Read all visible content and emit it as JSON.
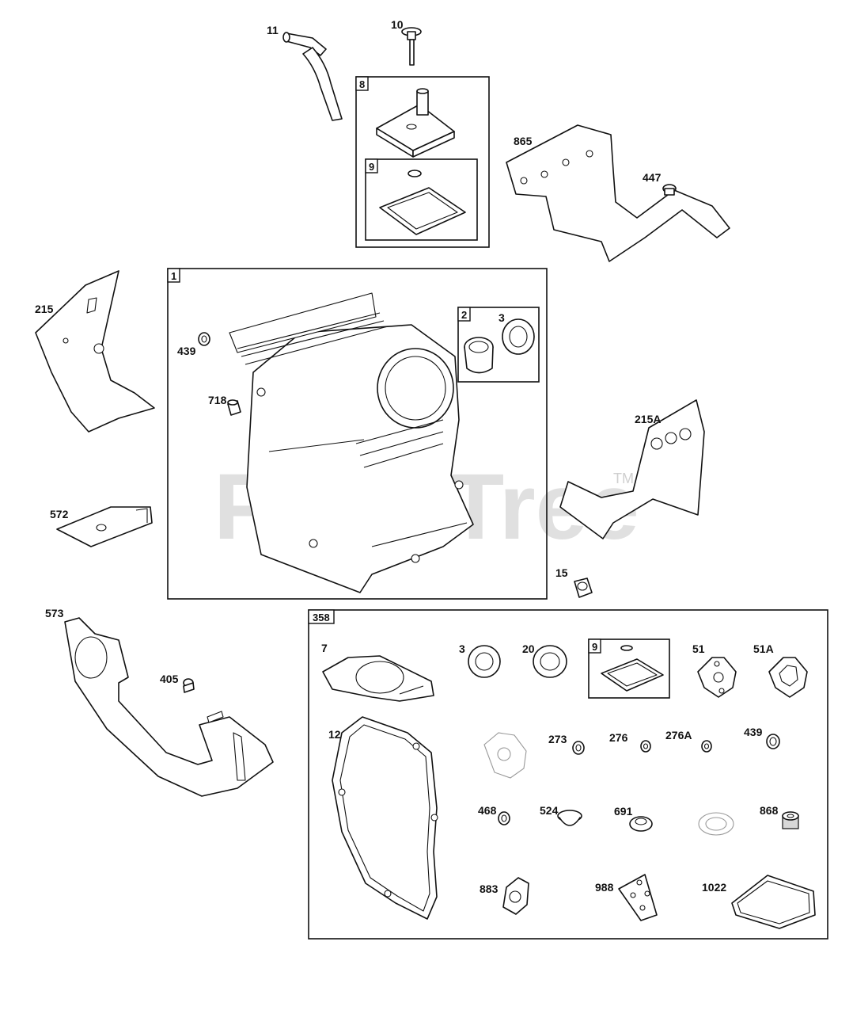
{
  "watermark": {
    "text": "PartsTree",
    "trademark": "TM"
  },
  "box_labels": {
    "b8": "8",
    "b9_top": "9",
    "b1": "1",
    "b2": "2",
    "b358": "358",
    "b9_kit": "9"
  },
  "labels": {
    "p11": "11",
    "p10": "10",
    "p865": "865",
    "p447": "447",
    "p215": "215",
    "p439": "439",
    "p718": "718",
    "p3": "3",
    "p215a": "215A",
    "p572": "572",
    "p15": "15",
    "p573": "573",
    "p405": "405",
    "k7": "7",
    "k3": "3",
    "k20": "20",
    "k51": "51",
    "k51a": "51A",
    "k12": "12",
    "k273": "273",
    "k276": "276",
    "k276a": "276A",
    "k439": "439",
    "k468": "468",
    "k524": "524",
    "k691": "691",
    "k868": "868",
    "k883": "883",
    "k988": "988",
    "k1022": "1022"
  }
}
